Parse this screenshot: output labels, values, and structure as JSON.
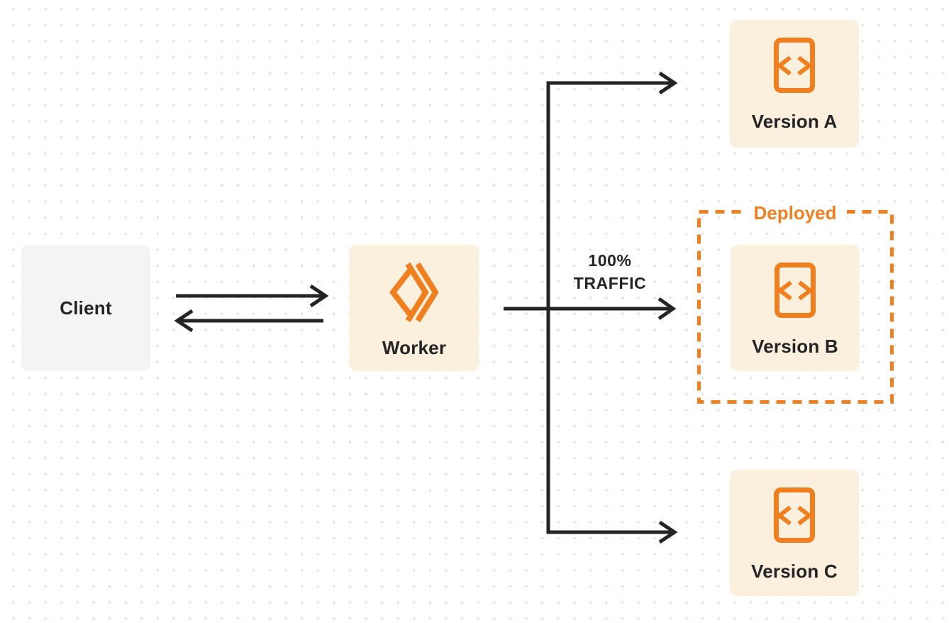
{
  "diagram": {
    "nodes": {
      "client": {
        "label": "Client"
      },
      "worker": {
        "label": "Worker"
      },
      "versions": [
        {
          "label": "Version A",
          "deployed": false
        },
        {
          "label": "Version B",
          "deployed": true
        },
        {
          "label": "Version C",
          "deployed": false
        }
      ]
    },
    "annotations": {
      "deployed_label": "Deployed",
      "traffic": {
        "line1": "100%",
        "line2": "TRAFFIC"
      }
    },
    "icons": {
      "worker": "workers-logo-icon",
      "version": "code-file-icon"
    },
    "colors": {
      "orange": "#f0801f",
      "cream": "#fbefde",
      "gray": "#f4f4f6",
      "dark": "#242424",
      "dot": "#e4e4e4",
      "background": "#ffffff"
    }
  }
}
